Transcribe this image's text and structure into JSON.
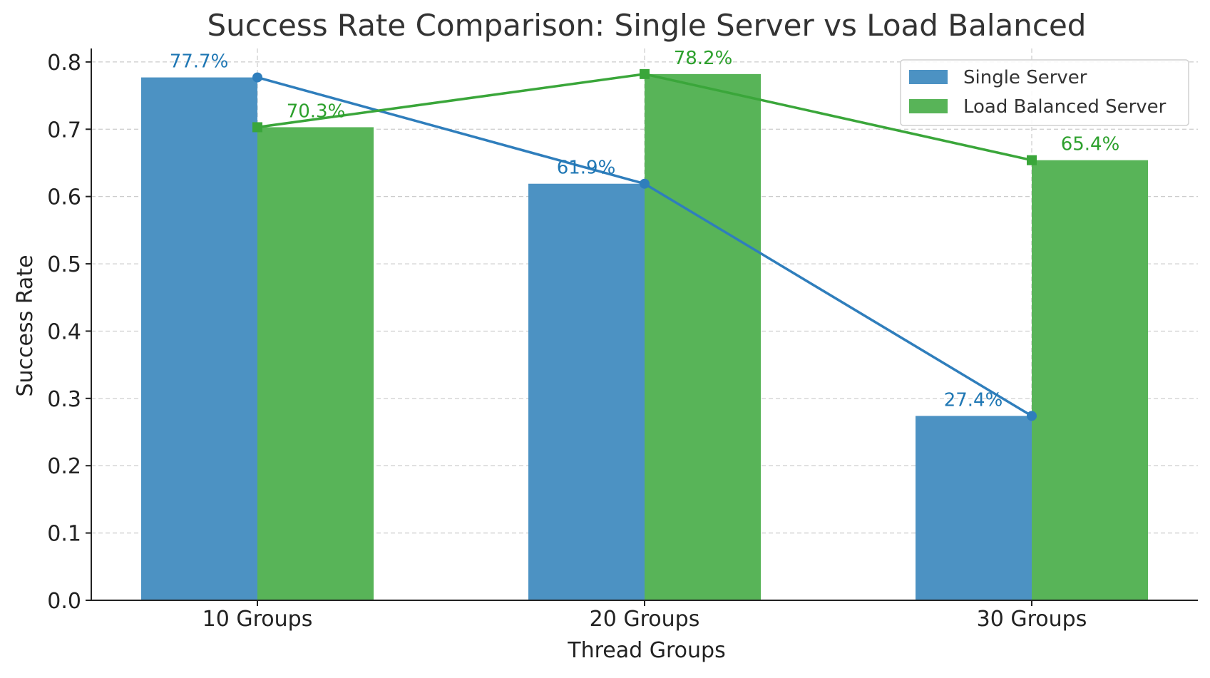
{
  "chart_data": {
    "type": "bar",
    "title": "Success Rate Comparison: Single Server vs Load Balanced",
    "xlabel": "Thread Groups",
    "ylabel": "Success Rate",
    "categories": [
      "10 Groups",
      "20 Groups",
      "30 Groups"
    ],
    "ylim": [
      0,
      0.82
    ],
    "yticks": [
      0.0,
      0.1,
      0.2,
      0.3,
      0.4,
      0.5,
      0.6,
      0.7,
      0.8
    ],
    "ytick_labels": [
      "0.0",
      "0.1",
      "0.2",
      "0.3",
      "0.4",
      "0.5",
      "0.6",
      "0.7",
      "0.8"
    ],
    "grid": true,
    "legend_position": "top-right",
    "series": [
      {
        "name": "Single Server",
        "values": [
          0.777,
          0.619,
          0.274
        ],
        "labels": [
          "77.7%",
          "61.9%",
          "27.4%"
        ],
        "bar_color": "#4c92c3",
        "line_color": "#2f7ebc",
        "label_color": "#1f77b4",
        "marker": "circle"
      },
      {
        "name": "Load Balanced Server",
        "values": [
          0.703,
          0.782,
          0.654
        ],
        "labels": [
          "70.3%",
          "78.2%",
          "65.4%"
        ],
        "bar_color": "#58b458",
        "line_color": "#3aa63a",
        "label_color": "#2ca02c",
        "marker": "square"
      }
    ]
  }
}
